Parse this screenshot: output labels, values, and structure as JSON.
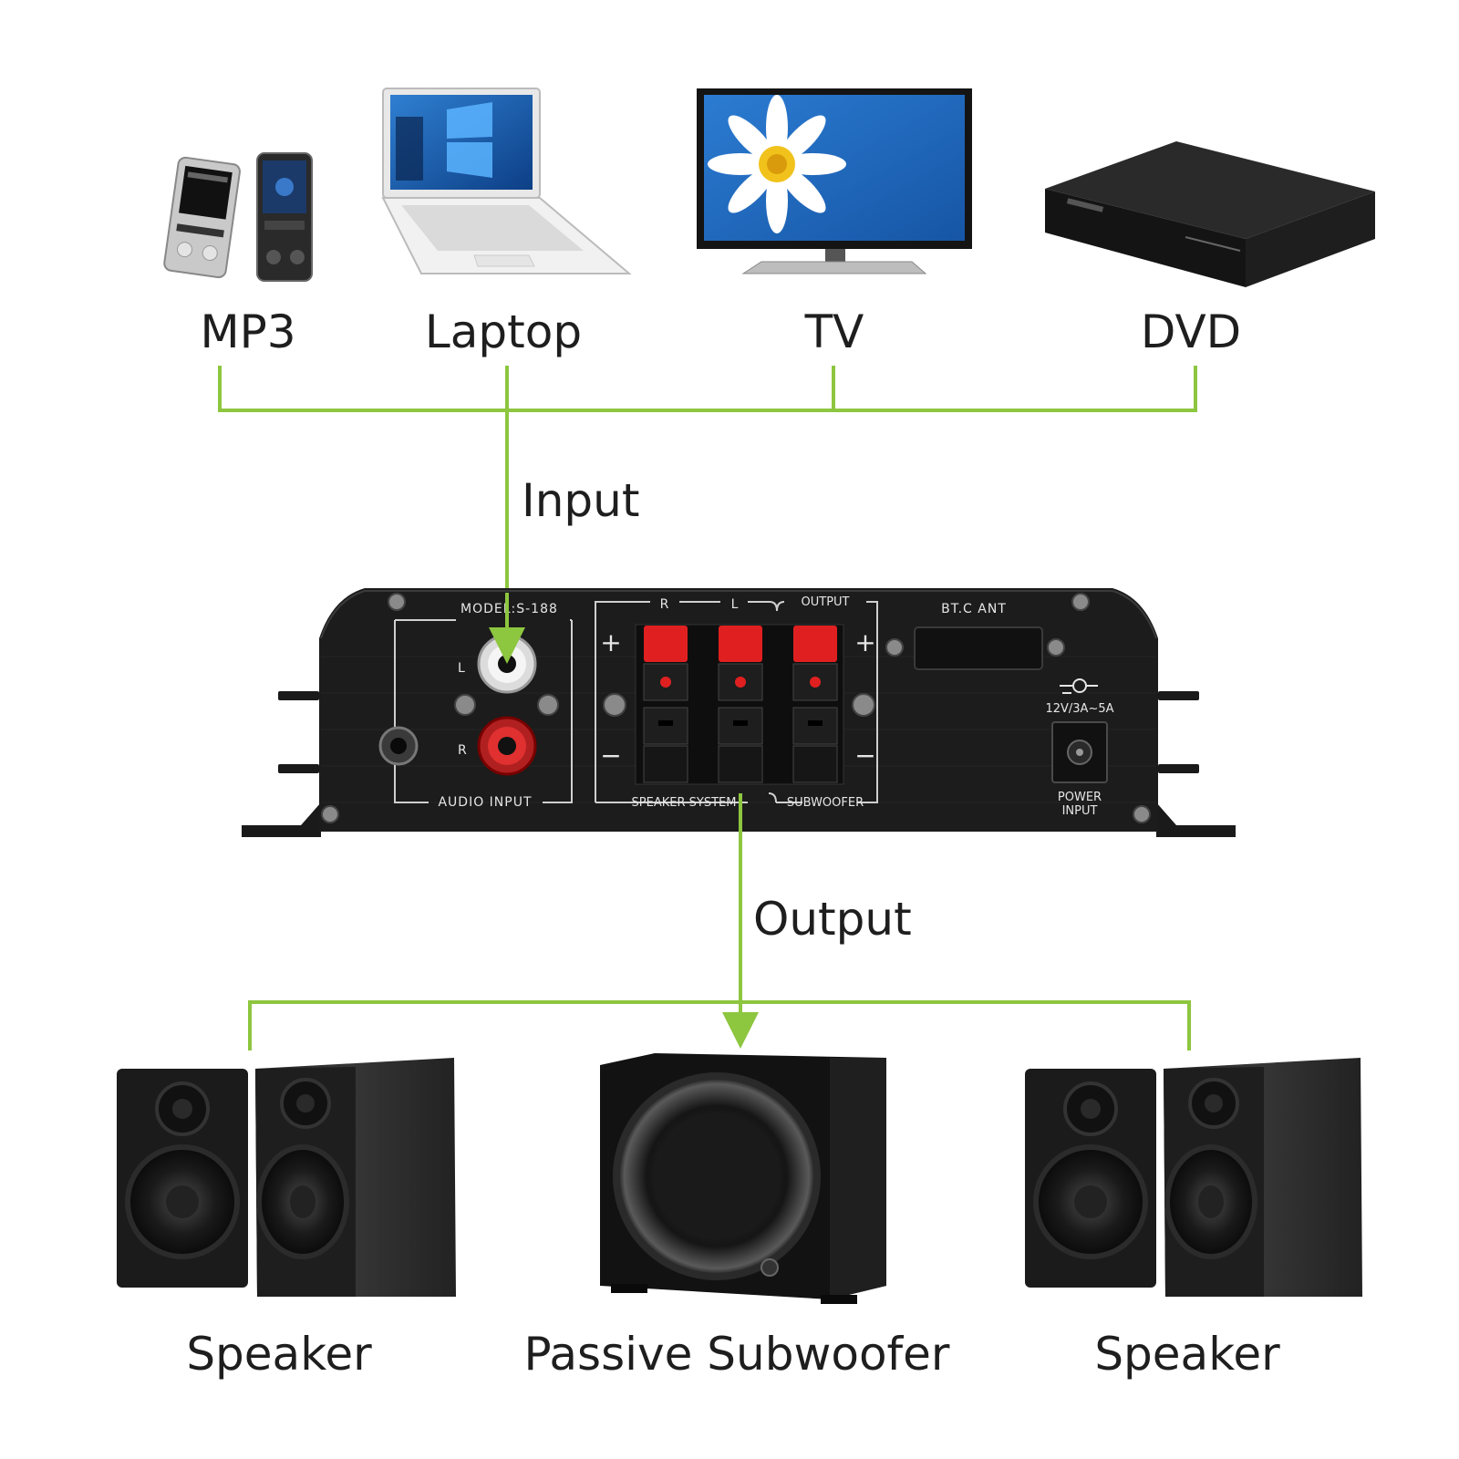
{
  "sources": {
    "mp3_label": "MP3",
    "laptop_label": "Laptop",
    "tv_label": "TV",
    "dvd_label": "DVD"
  },
  "flow": {
    "input_label": "Input",
    "output_label": "Output"
  },
  "amplifier": {
    "model": "MODEL:S-188",
    "audio_input": "AUDIO INPUT",
    "channel_l": "L",
    "channel_r": "R",
    "speaker_r": "R",
    "speaker_l": "L",
    "output": "OUTPUT",
    "plus": "+",
    "minus": "−",
    "speaker_system": "SPEAKER  SYSTEM",
    "subwoofer": "SUBWOOFER",
    "bt_ant": "BT.C ANT",
    "power_rating": "12V/3A~5A",
    "power_input_1": "POWER",
    "power_input_2": "INPUT"
  },
  "outputs": {
    "speaker_left_label": "Speaker",
    "subwoofer_label": "Passive Subwoofer",
    "speaker_right_label": "Speaker"
  },
  "colors": {
    "connector_line": "#8dc63f",
    "panel": "#1c1c1c",
    "terminal_red": "#e02020"
  }
}
